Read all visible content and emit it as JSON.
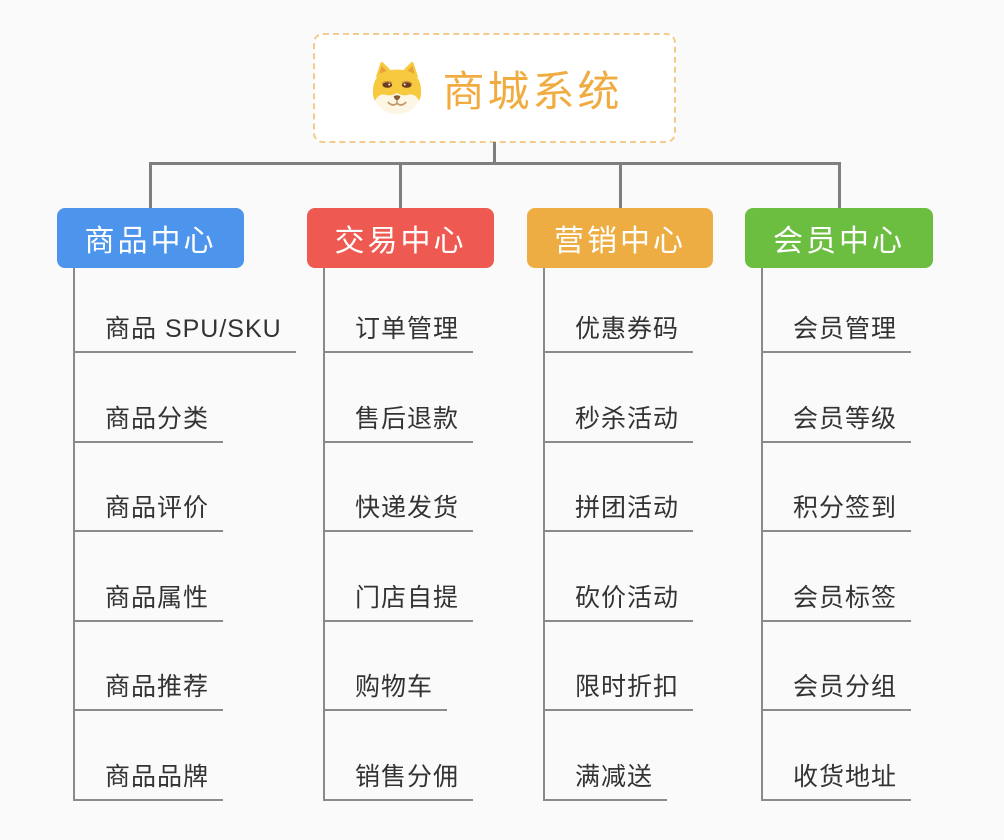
{
  "root": {
    "label": "商城系统",
    "icon": "shiba-dog-icon",
    "text_color": "#f0ac41",
    "border_color": "#f3cb8b"
  },
  "line_color": "#7f7f7f",
  "branches": [
    {
      "label": "商品中心",
      "color": "#4d94ec",
      "items": [
        "商品 SPU/SKU",
        "商品分类",
        "商品评价",
        "商品属性",
        "商品推荐",
        "商品品牌"
      ]
    },
    {
      "label": "交易中心",
      "color": "#ee5a52",
      "items": [
        "订单管理",
        "售后退款",
        "快递发货",
        "门店自提",
        "购物车",
        "销售分佣"
      ]
    },
    {
      "label": "营销中心",
      "color": "#edad43",
      "items": [
        "优惠券码",
        "秒杀活动",
        "拼团活动",
        "砍价活动",
        "限时折扣",
        "满减送"
      ]
    },
    {
      "label": "会员中心",
      "color": "#6cbe40",
      "items": [
        "会员管理",
        "会员等级",
        "积分签到",
        "会员标签",
        "会员分组",
        "收货地址"
      ]
    }
  ]
}
